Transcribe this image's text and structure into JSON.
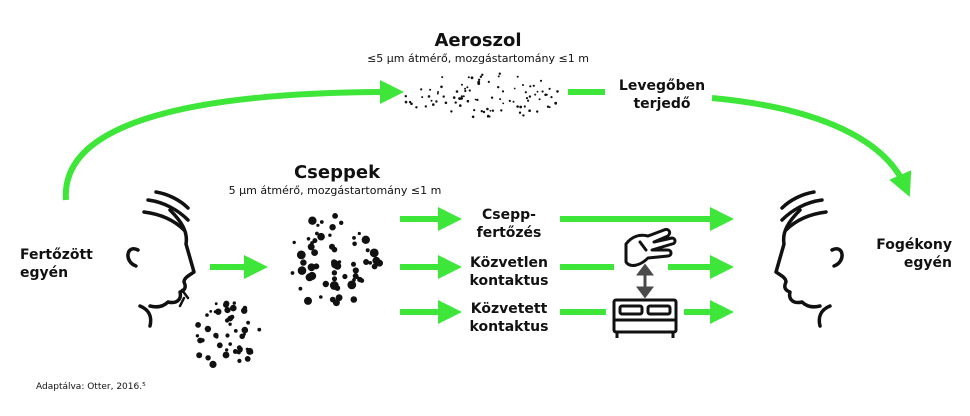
{
  "aerosol": {
    "title": "Aeroszol",
    "subtitle": "≤5 µm átmérő, mozgástartomány ≤1 m",
    "route_label": [
      "Levegőben",
      "terjedő"
    ]
  },
  "droplets": {
    "title": "Cseppek",
    "subtitle": "5 µm átmérő, mozgástartomány ≤1 m"
  },
  "source": {
    "label": [
      "Fertőzött",
      "egyén"
    ]
  },
  "target": {
    "label": [
      "Fogékony",
      "egyén"
    ]
  },
  "routes": [
    {
      "label": [
        "Csepp-",
        "fertőzés"
      ]
    },
    {
      "label": [
        "Közvetlen",
        "kontaktus"
      ]
    },
    {
      "label": [
        "Közvetett",
        "kontaktus"
      ]
    }
  ],
  "footnote": "Adaptálva: Otter, 2016.⁵",
  "colors": {
    "arrow": "#3ee63a",
    "ink": "#111111",
    "link_arrow": "#4a4a4a"
  },
  "icons": [
    "infected-person-icon",
    "susceptible-person-icon",
    "hand-icon",
    "bed-icon",
    "bidirectional-arrow-icon"
  ]
}
